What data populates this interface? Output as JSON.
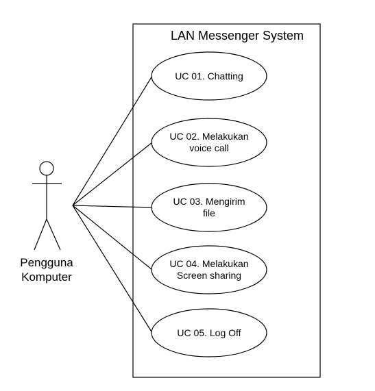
{
  "system": {
    "title": "LAN Messenger System"
  },
  "actor": {
    "name_line1": "Pengguna",
    "name_line2": "Komputer"
  },
  "use_cases": [
    {
      "line1": "UC 01. Chatting",
      "line2": ""
    },
    {
      "line1": "UC 02. Melakukan",
      "line2": "voice call"
    },
    {
      "line1": "UC 03. Mengirim",
      "line2": "file"
    },
    {
      "line1": "UC 04. Melakukan",
      "line2": "Screen sharing"
    },
    {
      "line1": "UC 05. Log Off",
      "line2": ""
    }
  ]
}
